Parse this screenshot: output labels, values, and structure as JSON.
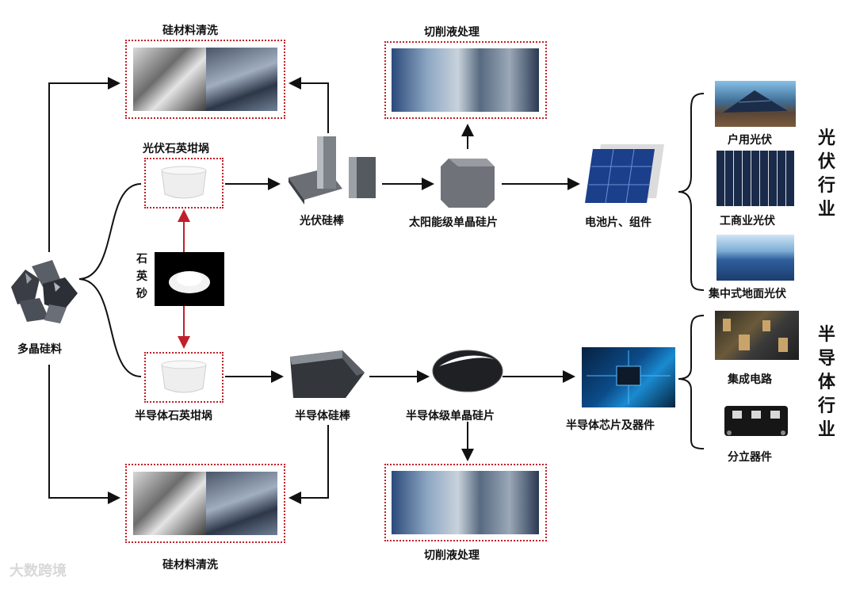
{
  "labels": {
    "polysilicon": "多晶硅料",
    "quartz_sand": [
      "石",
      "英",
      "砂"
    ],
    "pv_crucible": "光伏石英坩埚",
    "semi_crucible": "半导体石英坩埚",
    "pv_rod": "光伏硅棒",
    "semi_rod": "半导体硅棒",
    "solar_wafer": "太阳能级单晶硅片",
    "semi_wafer": "半导体级单晶硅片",
    "cell_module": "电池片、组件",
    "chip_device": "半导体芯片及器件",
    "cleaning_top": "硅材料清洗",
    "cleaning_bottom": "硅材料清洗",
    "cutting_top": "切削液处理",
    "cutting_bottom": "切削液处理",
    "household_pv": "户用光伏",
    "commercial_pv": "工商业光伏",
    "centralized_pv": "集中式地面光伏",
    "ic": "集成电路",
    "discrete": "分立器件"
  },
  "industries": {
    "pv": [
      "光",
      "伏",
      "行",
      "业"
    ],
    "semi": [
      "半",
      "导",
      "体",
      "行",
      "业"
    ]
  },
  "watermark": "大数跨境",
  "colors": {
    "arrow": "#111111",
    "quartz_arrow": "#c0202a",
    "dotted_border": "#c0202a"
  }
}
